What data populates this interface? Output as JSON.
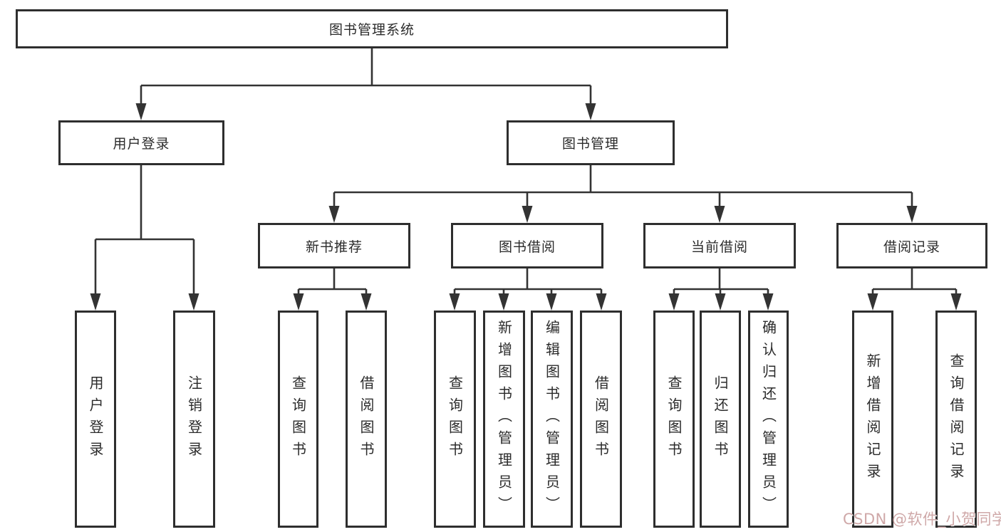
{
  "diagram": {
    "root": {
      "label": "图书管理系统"
    },
    "branches": [
      {
        "label": "用户登录",
        "children": [
          {
            "label": "用户登录"
          },
          {
            "label": "注销登录"
          }
        ]
      },
      {
        "label": "图书管理",
        "children": [
          {
            "label": "新书推荐",
            "children": [
              {
                "label": "查询图书"
              },
              {
                "label": "借阅图书"
              }
            ]
          },
          {
            "label": "图书借阅",
            "children": [
              {
                "label": "查询图书"
              },
              {
                "label": "新增图书（管理员）"
              },
              {
                "label": "编辑图书（管理员）"
              },
              {
                "label": "借阅图书"
              }
            ]
          },
          {
            "label": "当前借阅",
            "children": [
              {
                "label": "查询图书"
              },
              {
                "label": "归还图书"
              },
              {
                "label": "确认归还（管理员）"
              }
            ]
          },
          {
            "label": "借阅记录",
            "children": [
              {
                "label": "新增借阅记录"
              },
              {
                "label": "查询借阅记录"
              }
            ]
          }
        ]
      }
    ]
  },
  "watermark": {
    "text": "CSDN @软件_小贺同学"
  },
  "colors": {
    "line": "#333333",
    "border": "#2e2e2e",
    "text": "#2b2b2b",
    "background": "#ffffff",
    "watermark": "#cfa8a8"
  }
}
